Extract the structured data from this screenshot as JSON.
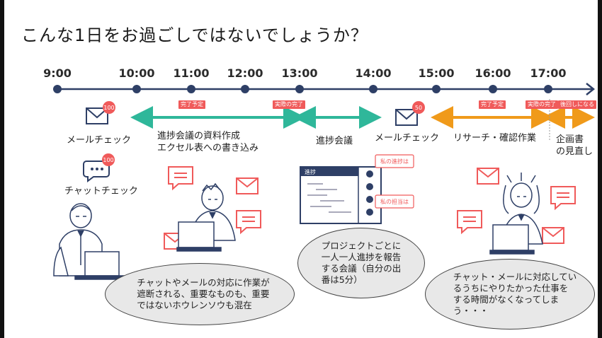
{
  "title": "こんな1日をお過ごしではないでしょうか？",
  "times": [
    "9:00",
    "10:00",
    "11:00",
    "12:00",
    "13:00",
    "14:00",
    "15:00",
    "16:00",
    "17:00"
  ],
  "tags": {
    "planned_1": "完了予定",
    "actual_1": "実際の完了",
    "planned_2": "完了予定",
    "actual_2": "実際の完了",
    "next_day": "後回しになる"
  },
  "badges": {
    "mail_1": "100",
    "chat_1": "100",
    "mail_2": "50"
  },
  "labels": {
    "mail_check_1": "メールチェック",
    "chat_check": "チャットチェック",
    "task_line1": "進捗会議の資料作成",
    "task_line2": "エクセル表への書き込み",
    "meeting": "進捗会議",
    "mail_check_2": "メールチェック",
    "research": "リサーチ・確認作業",
    "plan_line1": "企画書",
    "plan_line2": "の見直し"
  },
  "meeting_screen": {
    "header": "進捗",
    "my_progress": "私の進捗は",
    "my_part": "私の担当は"
  },
  "bubbles": {
    "left": [
      "チャットやメールの対応に作業が",
      "遮断される、重要なものも、重要",
      "ではないホウレンソウも混在"
    ],
    "middle": [
      "プロジェクトごとに",
      "一人一人進捗を報告",
      "する会議（自分の出",
      "番は5分）"
    ],
    "right": [
      "チャット・メールに対応してい",
      "るうちにやりたかった仕事を",
      "する時間がなくなってしま",
      "う・・・"
    ]
  },
  "colors": {
    "timeline": "#2e3f66",
    "teal": "#2fb79a",
    "orange": "#f09a1a",
    "red": "#f05a5a"
  }
}
